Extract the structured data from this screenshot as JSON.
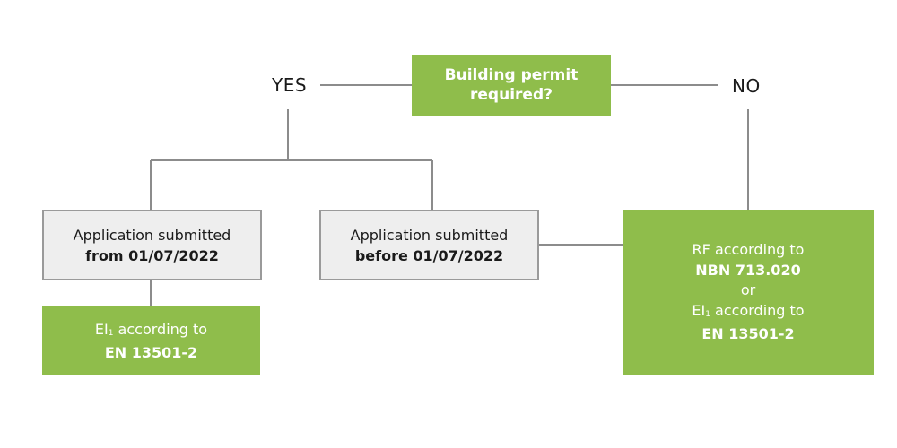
{
  "diagram": {
    "question": {
      "line1": "Building permit",
      "line2": "required?"
    },
    "yes_label": "YES",
    "no_label": "NO",
    "from_box": {
      "line1": "Application submitted",
      "line2": "from 01/07/2022"
    },
    "before_box": {
      "line1": "Application submitted",
      "line2": "before 01/07/2022"
    },
    "ei_box": {
      "prefix": "EI",
      "subscript": "1",
      "suffix": " according to",
      "standard": "EN 13501-2"
    },
    "rf_box": {
      "line1": "RF according to",
      "line2": "NBN 713.020",
      "line3": "or",
      "ei_prefix": "EI",
      "ei_subscript": "1",
      "ei_suffix": " according to",
      "line5": "EN 13501-2"
    },
    "colors": {
      "green": "#8fbd4b",
      "grey_fill": "#eeeeee",
      "grey_border": "#9a9a9a",
      "connector": "#8c8c8c"
    }
  }
}
